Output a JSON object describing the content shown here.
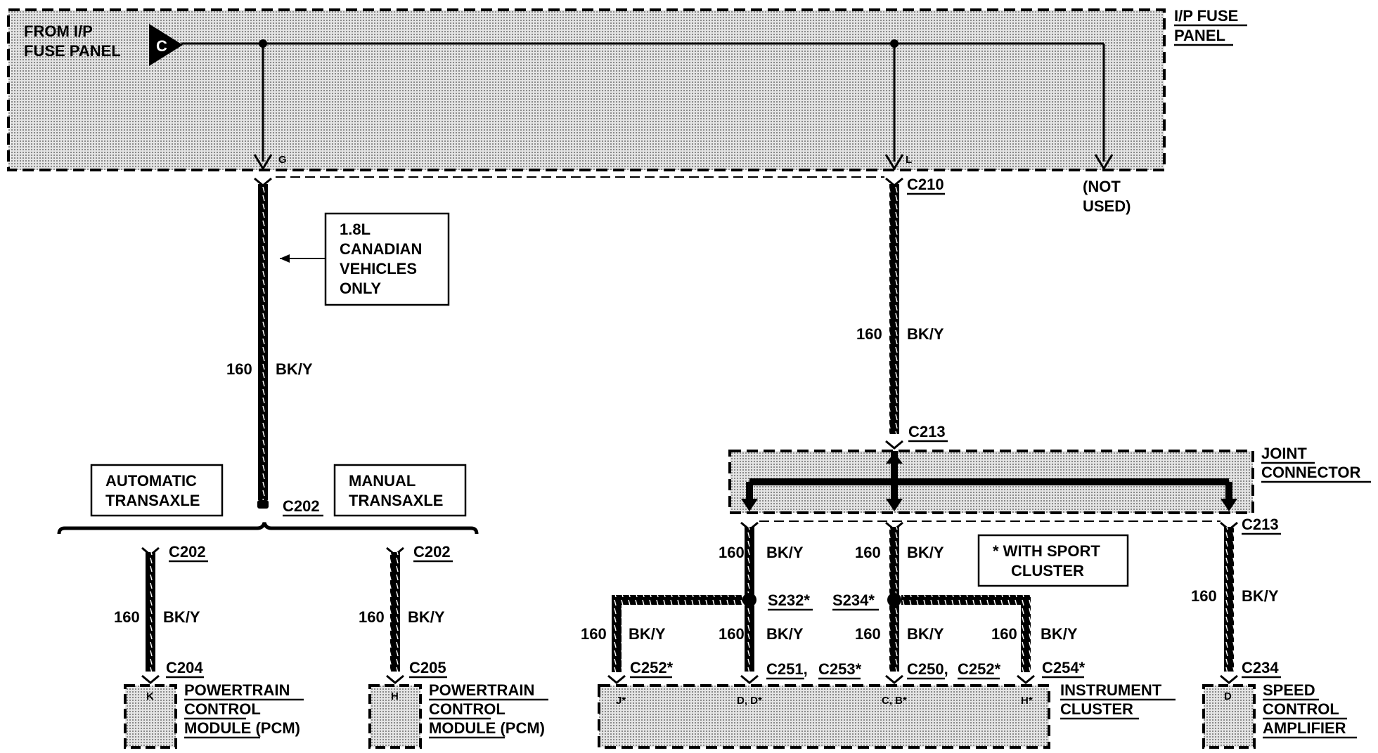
{
  "labels": {
    "ip_fuse_panel": [
      "I/P FUSE",
      "PANEL"
    ],
    "from_ip_fuse_panel": [
      "FROM I/P",
      "FUSE PANEL"
    ],
    "source_connector_letter": "C",
    "pin_g": "G",
    "pin_l": "L",
    "not_used": [
      "(NOT",
      "USED)"
    ],
    "c210": "C210",
    "canadian_note": [
      "1.8L",
      "CANADIAN",
      "VEHICLES",
      "ONLY"
    ],
    "wire_gauge": "160",
    "wire_color": "BK/Y",
    "automatic_transaxle": [
      "AUTOMATIC",
      "TRANSAXLE"
    ],
    "manual_transaxle": [
      "MANUAL",
      "TRANSAXLE"
    ],
    "c202": "C202",
    "c204": "C204",
    "c205": "C205",
    "pin_k": "K",
    "pin_h": "H",
    "pcm": [
      "POWERTRAIN",
      "CONTROL",
      "MODULE (PCM)"
    ],
    "c213": "C213",
    "joint_connector": [
      "JOINT",
      "CONNECTOR"
    ],
    "sport_cluster_note": [
      "* WITH SPORT",
      "CLUSTER"
    ],
    "s232": "S232*",
    "s234": "S234*",
    "c252_star": "C252*",
    "c251": "C251,",
    "c253_star": "C253*",
    "c250": "C250,",
    "c254_star": "C254*",
    "instrument_cluster": [
      "INSTRUMENT",
      "CLUSTER"
    ],
    "cluster_pins": [
      "J*",
      "D, D*",
      "C, B*",
      "H*"
    ],
    "c234": "C234",
    "pin_d": "D",
    "speed_control_amplifier": [
      "SPEED",
      "CONTROL",
      "AMPLIFIER"
    ]
  },
  "colors": {
    "panel_fill": "#c4c4c4",
    "ink": "#000000"
  }
}
